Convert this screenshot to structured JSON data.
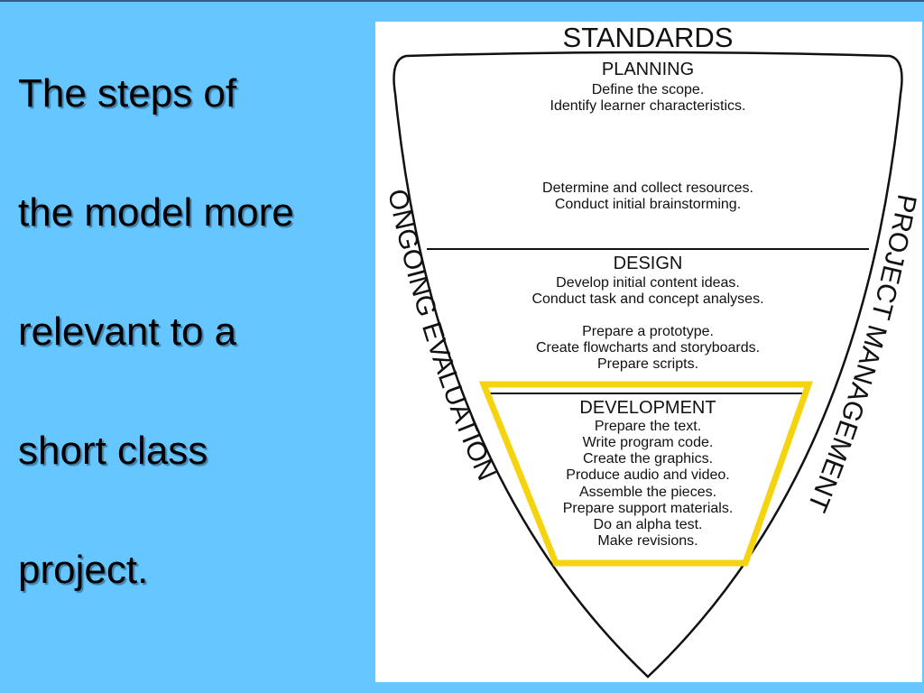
{
  "slide": {
    "text_lines": [
      "The steps of",
      "the model more",
      "relevant to a",
      "short class",
      "project."
    ]
  },
  "diagram": {
    "top_label": "STANDARDS",
    "left_label": "ONGOING EVALUATION",
    "right_label": "PROJECT MANAGEMENT",
    "highlight_color": "#f5d40f",
    "planning": {
      "title": "PLANNING",
      "lines": [
        "Define the scope.",
        "Identify learner characteristics."
      ],
      "lines_2": [
        "Determine and collect resources.",
        "Conduct initial brainstorming."
      ]
    },
    "design": {
      "title": "DESIGN",
      "lines": [
        "Develop initial content ideas.",
        "Conduct task and concept analyses."
      ],
      "lines_2": [
        "Prepare a prototype.",
        "Create flowcharts and storyboards.",
        "Prepare scripts."
      ]
    },
    "development": {
      "title": "DEVELOPMENT",
      "lines": [
        "Prepare the text.",
        "Write program code.",
        "Create the graphics.",
        "Produce audio and video.",
        "Assemble the pieces.",
        "Prepare support materials.",
        "Do an alpha test.",
        "Make revisions."
      ]
    }
  }
}
